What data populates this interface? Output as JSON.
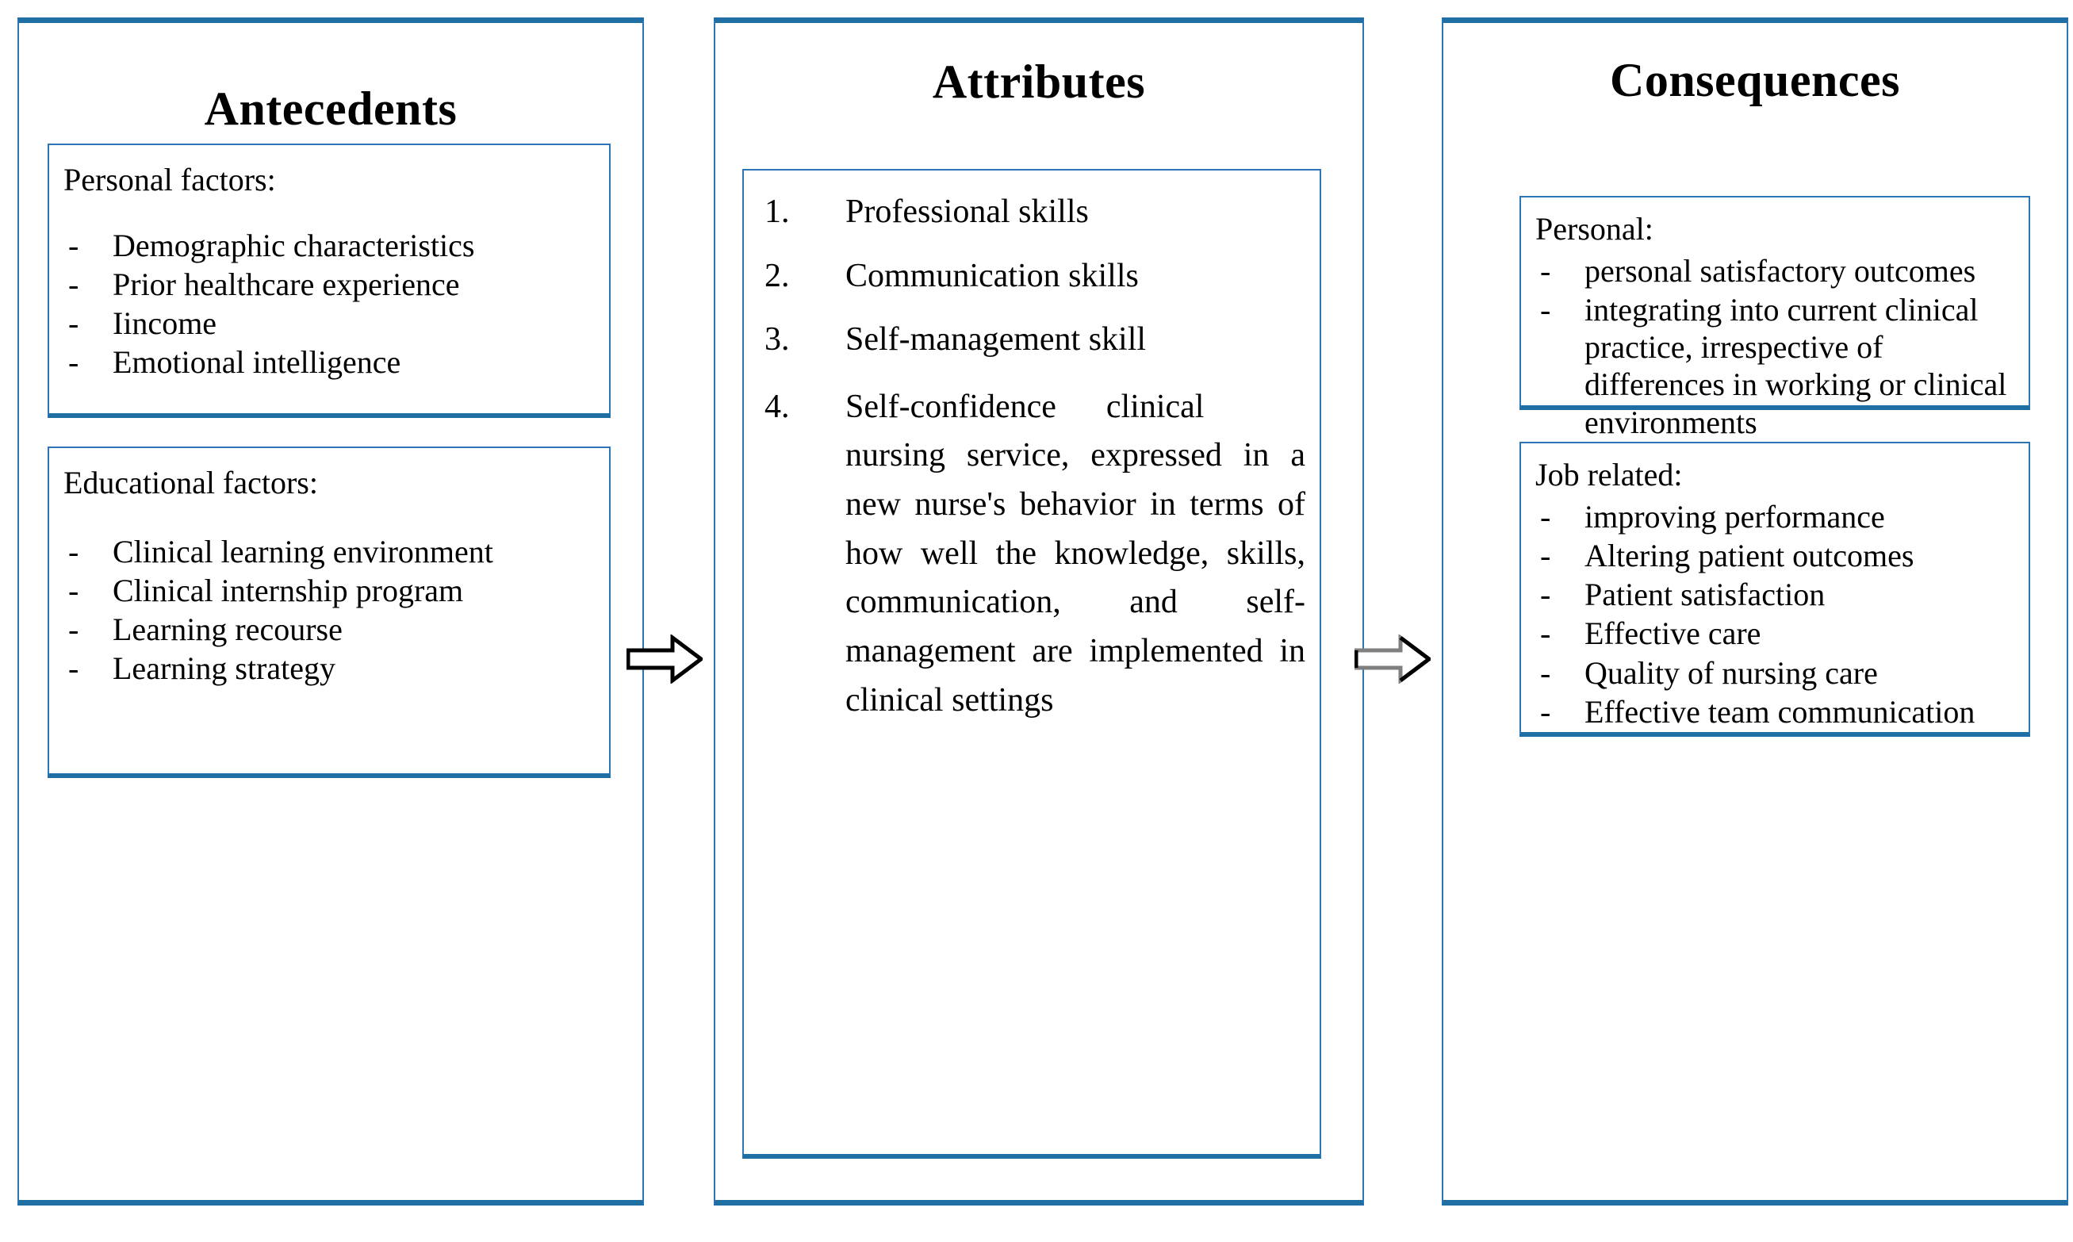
{
  "columns": {
    "antecedents": {
      "title": "Antecedents",
      "boxes": [
        {
          "heading": "Personal factors:",
          "items": [
            "Demographic characteristics",
            "Prior healthcare experience",
            "Iincome",
            "Emotional intelligence"
          ]
        },
        {
          "heading": "Educational factors:",
          "items": [
            "Clinical learning environment",
            "Clinical internship program",
            "Learning recourse",
            "Learning strategy"
          ]
        }
      ]
    },
    "attributes": {
      "title": "Attributes",
      "items": [
        {
          "num": "1.",
          "text": "Professional skills"
        },
        {
          "num": "2.",
          "text": "Communication skills"
        },
        {
          "num": "3.",
          "text": "Self-management skill"
        },
        {
          "num": "4.",
          "first_line": "Self-confidence      clinical",
          "text": "nursing service, expressed in a new nurse's behavior in terms of how well the knowledge, skills, communication, and self-management are implemented in clinical settings"
        }
      ]
    },
    "consequences": {
      "title": "Consequences",
      "boxes": [
        {
          "heading": "Personal:",
          "items": [
            "personal satisfactory outcomes",
            "integrating into current clinical practice, irrespective of differences in working or clinical environments"
          ]
        },
        {
          "heading": "Job related:",
          "items": [
            "improving performance",
            "Altering patient outcomes",
            "Patient satisfaction",
            "Effective care",
            "Quality of nursing care",
            "Effective team communication"
          ]
        }
      ]
    }
  },
  "bullet": {
    "dash": "-"
  },
  "arrows": [
    {
      "name": "arrow-antecedents-to-attributes",
      "style": "hollow-black-outline"
    },
    {
      "name": "arrow-attributes-to-consequences",
      "style": "hollow-gray-outline"
    }
  ],
  "colors": {
    "box_border": "#2E75B6",
    "box_border_heavy": "#1F6FA5",
    "arrow_outline_1": "#000000",
    "arrow_outline_2": "#7F7F7F",
    "text": "#000000",
    "background": "#FFFFFF"
  }
}
